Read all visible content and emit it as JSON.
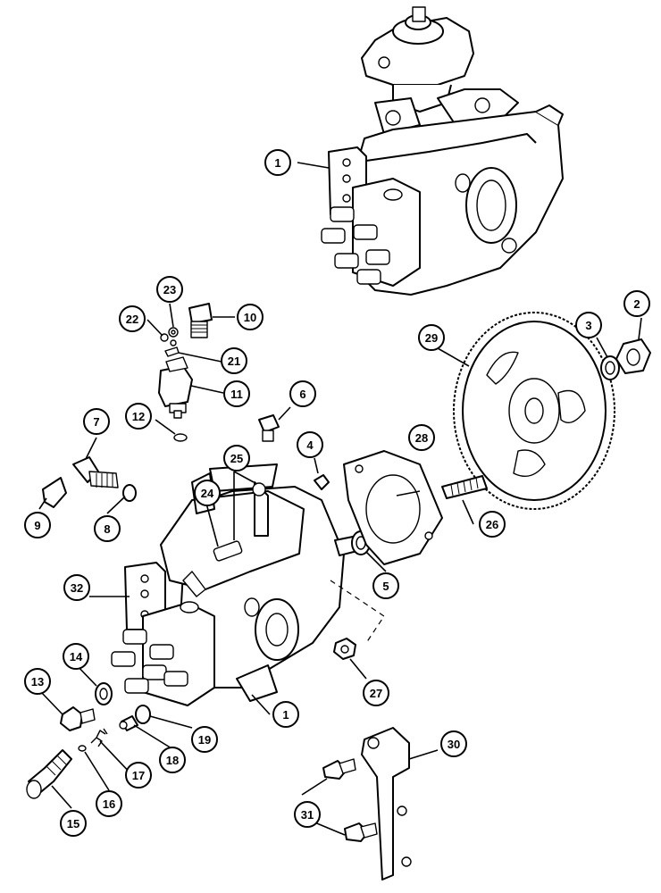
{
  "callouts": [
    {
      "id": "c1a",
      "label": "1"
    },
    {
      "id": "c1b",
      "label": "1"
    },
    {
      "id": "c2",
      "label": "2"
    },
    {
      "id": "c3",
      "label": "3"
    },
    {
      "id": "c4",
      "label": "4"
    },
    {
      "id": "c5",
      "label": "5"
    },
    {
      "id": "c6",
      "label": "6"
    },
    {
      "id": "c7",
      "label": "7"
    },
    {
      "id": "c8",
      "label": "8"
    },
    {
      "id": "c9",
      "label": "9"
    },
    {
      "id": "c10",
      "label": "10"
    },
    {
      "id": "c11",
      "label": "11"
    },
    {
      "id": "c12",
      "label": "12"
    },
    {
      "id": "c13",
      "label": "13"
    },
    {
      "id": "c14",
      "label": "14"
    },
    {
      "id": "c15",
      "label": "15"
    },
    {
      "id": "c16",
      "label": "16"
    },
    {
      "id": "c17",
      "label": "17"
    },
    {
      "id": "c18",
      "label": "18"
    },
    {
      "id": "c19",
      "label": "19"
    },
    {
      "id": "c21",
      "label": "21"
    },
    {
      "id": "c22",
      "label": "22"
    },
    {
      "id": "c23",
      "label": "23"
    },
    {
      "id": "c24",
      "label": "24"
    },
    {
      "id": "c25",
      "label": "25"
    },
    {
      "id": "c26",
      "label": "26"
    },
    {
      "id": "c27",
      "label": "27"
    },
    {
      "id": "c28",
      "label": "28"
    },
    {
      "id": "c29",
      "label": "29"
    },
    {
      "id": "c30",
      "label": "30"
    },
    {
      "id": "c31",
      "label": "31"
    },
    {
      "id": "c32",
      "label": "32"
    }
  ],
  "icons": {
    "balloon": "callout-balloon-icon"
  },
  "colors": {
    "ink": "#000000",
    "paper": "#ffffff"
  }
}
